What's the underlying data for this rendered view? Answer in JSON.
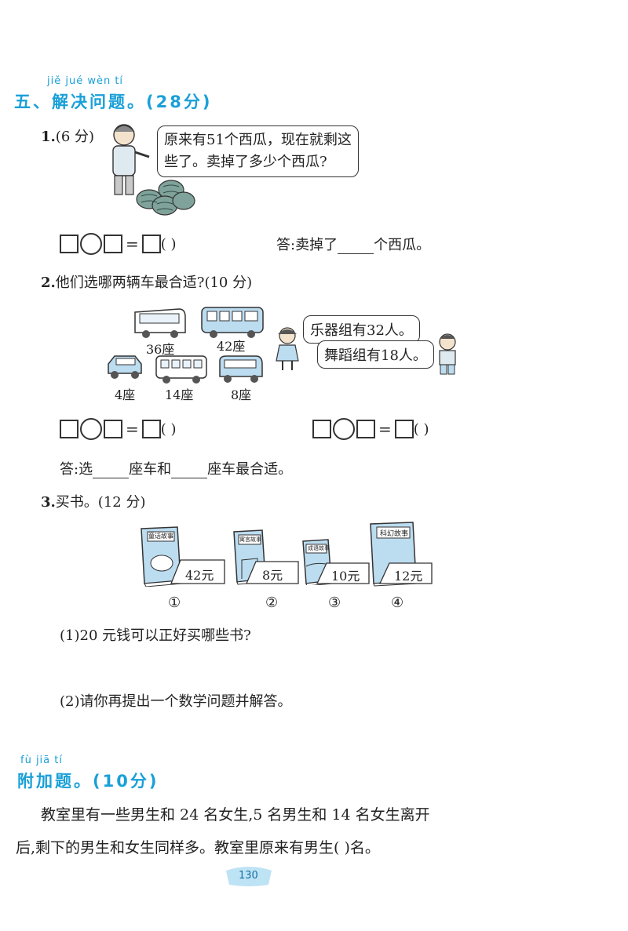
{
  "section5": {
    "pinyin": "jiě jué wèn tí",
    "title": "五、解决问题。(28分)"
  },
  "q1": {
    "num": "1.",
    "score": "(6 分)",
    "bubble_line1": "原来有51个西瓜，现在就剩这",
    "bubble_line2": "些了。卖掉了多少个西瓜?",
    "eq_paren": "(      )",
    "answer_prefix": "答:卖掉了",
    "answer_suffix": "个西瓜。"
  },
  "q2": {
    "num": "2.",
    "text": "他们选哪两辆车最合适?(10 分)",
    "vehicles": [
      {
        "label": "36座"
      },
      {
        "label": "42座"
      },
      {
        "label": "4座"
      },
      {
        "label": "14座"
      },
      {
        "label": "8座"
      }
    ],
    "bubble1": "乐器组有32人。",
    "bubble2": "舞蹈组有18人。",
    "eq_paren": "(      )",
    "answer_a": "答:选",
    "answer_b": "座车和",
    "answer_c": "座车最合适。"
  },
  "q3": {
    "num": "3.",
    "text": "买书。(12 分)",
    "books": [
      {
        "title": "童话故事",
        "price": "42元",
        "index": "①"
      },
      {
        "title": "寓言故事",
        "price": "8元",
        "index": "②"
      },
      {
        "title": "成语故事",
        "price": "10元",
        "index": "③"
      },
      {
        "title": "科幻故事",
        "price": "12元",
        "index": "④"
      }
    ],
    "sub1": "(1)20 元钱可以正好买哪些书?",
    "sub2": "(2)请你再提出一个数学问题并解答。"
  },
  "bonus": {
    "pinyin": "fù jiā tí",
    "title": "附加题。(10分)",
    "line1": "教室里有一些男生和 24 名女生,5 名男生和 14 名女生离开",
    "line2": "后,剩下的男生和女生同样多。教室里原来有男生(       )名。"
  },
  "page_number": "130",
  "colors": {
    "accent": "#1aa0d8",
    "book_blue": "#bcdcf0"
  }
}
